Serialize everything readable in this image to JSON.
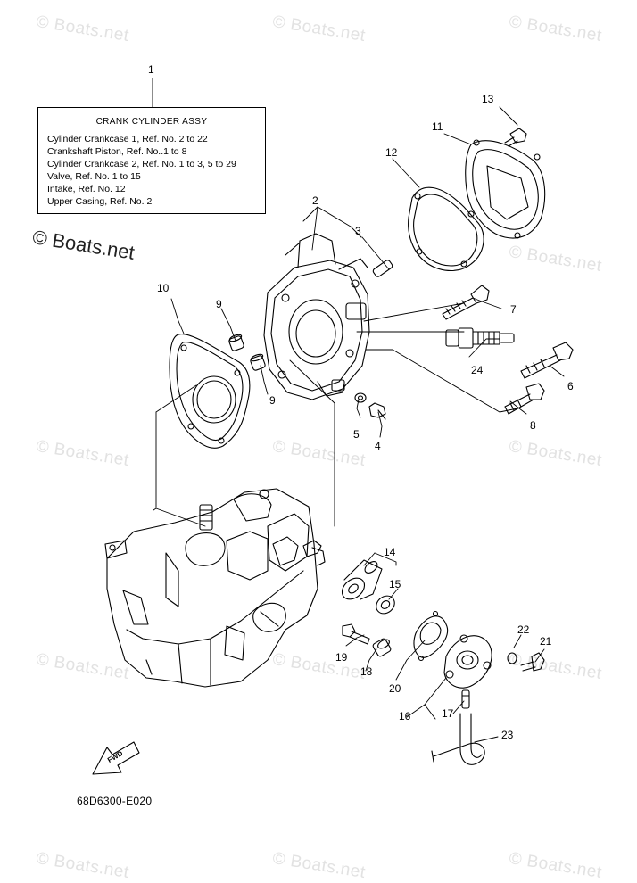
{
  "watermark": "© Boats.net",
  "assembly_box": {
    "title": "CRANK CYLINDER ASSY",
    "lines": [
      "Cylinder Crankcase 1,  Ref. No. 2 to 22",
      "Crankshaft Piston,  Ref. No..1 to 8",
      "Cylinder Crankcase 2,  Ref. No. 1 to 3, 5 to 29",
      "Valve,  Ref. No. 1 to 15",
      "Intake,  Ref. No. 12",
      "Upper Casing,  Ref. No. 2"
    ]
  },
  "callouts": {
    "n1": "1",
    "n2": "2",
    "n3": "3",
    "n4": "4",
    "n5": "5",
    "n6": "6",
    "n7": "7",
    "n8": "8",
    "n9a": "9",
    "n9b": "9",
    "n10": "10",
    "n11": "11",
    "n12": "12",
    "n13": "13",
    "n14": "14",
    "n15": "15",
    "n16": "16",
    "n17": "17",
    "n18": "18",
    "n19": "19",
    "n20": "20",
    "n21": "21",
    "n22": "22",
    "n23": "23",
    "n24": "24"
  },
  "fwd_label": "FWD",
  "diagram_code": "68D6300-E020"
}
